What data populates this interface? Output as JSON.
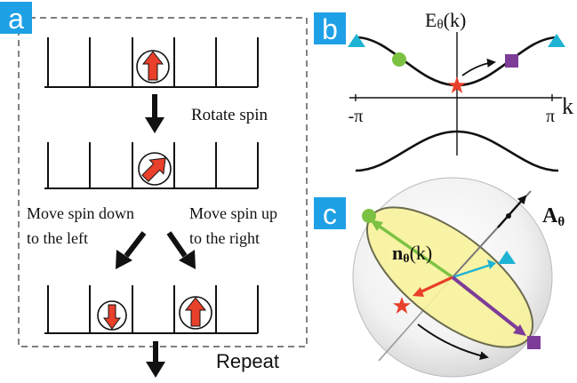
{
  "panels": {
    "a": {
      "label": "a"
    },
    "b": {
      "label": "b"
    },
    "c": {
      "label": "c"
    }
  },
  "colors": {
    "badge": "#1ea0e6",
    "red_arrow": "#e8402a",
    "green": "#7cc242",
    "cyan": "#1eb2d4",
    "purple": "#7d3c98",
    "yellow_disc": "#f7f29b",
    "dark": "#111111"
  },
  "panel_a": {
    "rotate_label": "Rotate spin",
    "move_left_line1": "Move spin down",
    "move_left_line2": "to the left",
    "move_right_line1": "Move spin up",
    "move_right_line2": "to the right",
    "repeat_label": "Repeat"
  },
  "panel_b": {
    "y_label_main": "E",
    "y_label_sub": "θ",
    "y_label_arg": "(k)",
    "x_label": "k",
    "tick_left": "-π",
    "tick_right": "π",
    "markers": [
      "triangle",
      "circle",
      "star",
      "square",
      "triangle"
    ]
  },
  "panel_c": {
    "vector_label_main": "n",
    "vector_label_sub": "θ",
    "vector_label_arg": "(k)",
    "axis_label_main": "A",
    "axis_label_sub": "θ"
  },
  "icons": [
    "up-arrow-icon",
    "tilted-arrow-icon",
    "down-arrow-icon",
    "triangle-marker-icon",
    "circle-marker-icon",
    "star-marker-icon",
    "square-marker-icon"
  ]
}
